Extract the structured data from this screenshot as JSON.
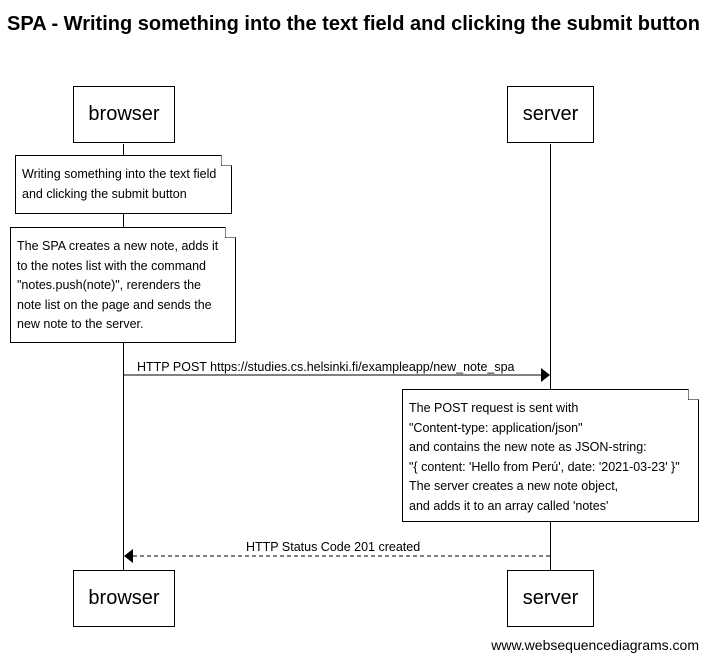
{
  "title": "SPA - Writing something into the text field and clicking the submit button",
  "participants": {
    "browser": "browser",
    "server": "server"
  },
  "notes": {
    "user_action": [
      "Writing something into the text field",
      "and clicking the submit button"
    ],
    "spa_update": [
      "The SPA creates a new note, adds it",
      "to the notes list with the command",
      "\"notes.push(note)\", rerenders the",
      "note list on the page and sends the",
      "new note to the server."
    ],
    "server_processing": [
      "The POST request is sent with",
      "\"Content-type: application/json\"",
      "and contains the new note as JSON-string:",
      "\"{ content: 'Hello from Perú', date: '2021-03-23' }\"",
      "The server creates a new note object,",
      "and adds it to an array called 'notes'"
    ]
  },
  "messages": {
    "post": "HTTP POST https://studies.cs.helsinki.fi/exampleapp/new_note_spa",
    "response": "HTTP Status Code 201 created"
  },
  "footer": "www.websequencediagrams.com"
}
